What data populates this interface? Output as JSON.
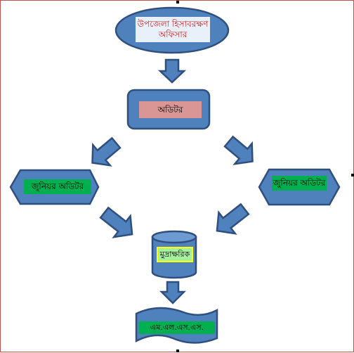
{
  "nodes": {
    "officer": {
      "line1": "উপজেলা হিসাবরক্ষণ",
      "line2": "অফিসার"
    },
    "auditor": {
      "label": "অডিটর"
    },
    "junior_left": {
      "label": "জুনিয়র অডিটর"
    },
    "junior_right": {
      "label": "জুনিয়র অডিটর"
    },
    "typist": {
      "label": "মুদ্রাক্ষরিক"
    },
    "mlss": {
      "label": "এম.এল.এস.এস."
    }
  },
  "colors": {
    "shape_fill": "#4f81bd",
    "shape_stroke": "#2f4f7f",
    "officer_label_bg": "#e8f0fa",
    "officer_text": "#d0201c",
    "auditor_label_bg": "#d99694",
    "green_label_bg": "#00b050",
    "typist_label_bg": "#a6f0a0",
    "typist_label_border": "#ffff00",
    "arrow_fill": "#4f81bd"
  }
}
